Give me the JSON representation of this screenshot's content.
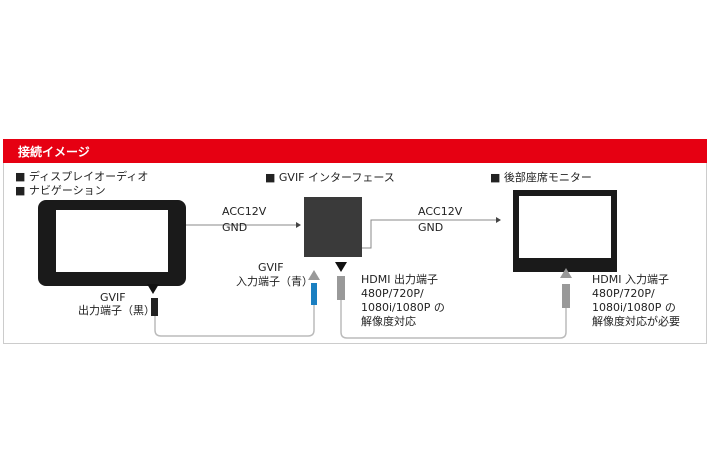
{
  "header": {
    "title": "接続イメージ"
  },
  "devices": {
    "navi": {
      "line1": "■ ディスプレイオーディオ",
      "line2": "■ ナビゲーション"
    },
    "interface": {
      "label": "■ GVIF インターフェース"
    },
    "monitor": {
      "label": "■ 後部座席モニター"
    }
  },
  "power": {
    "acc": "ACC12V",
    "gnd": "GND"
  },
  "ports": {
    "gvif_out": {
      "line1": "GVIF",
      "line2": "出力端子（黒）"
    },
    "gvif_in": {
      "line1": "GVIF",
      "line2": "入力端子（青）"
    },
    "hdmi_out": {
      "line1": "HDMI 出力端子",
      "line2": "480P/720P/",
      "line3": "1080i/1080P の",
      "line4": "解像度対応"
    },
    "hdmi_in": {
      "line1": "HDMI 入力端子",
      "line2": "480P/720P/",
      "line3": "1080i/1080P の",
      "line4": "解像度対応が必要"
    }
  },
  "colors": {
    "accent": "#e60012",
    "gvif_blue": "#1a7fc1"
  }
}
